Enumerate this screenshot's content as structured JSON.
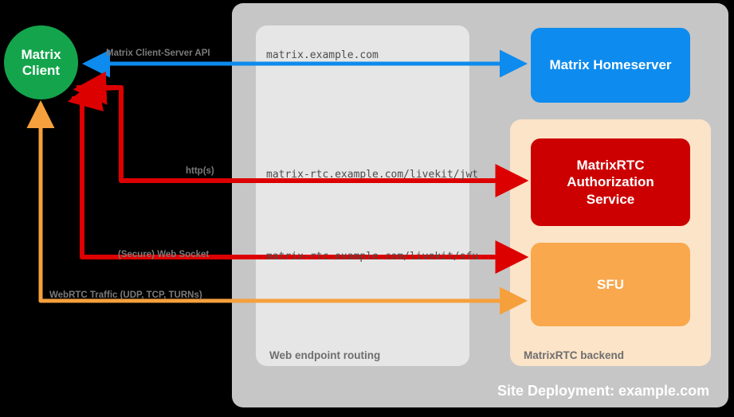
{
  "diagram": {
    "site": {
      "caption": "Site Deployment: example.com",
      "bg_color": "#c6c6c6"
    },
    "web_endpoint_routing": {
      "caption": "Web endpoint routing",
      "bg_color": "#e6e6e6",
      "endpoints": [
        {
          "name": "matrix-endpoint",
          "url": "matrix.example.com"
        },
        {
          "name": "jwt-endpoint",
          "url": "matrix-rtc.example.com/livekit/jwt"
        },
        {
          "name": "sfu-endpoint",
          "url": "matrix-rtc.example.com/livekit/sfu"
        }
      ]
    },
    "matrixrtc_backend": {
      "caption": "MatrixRTC backend",
      "bg_color": "#fce4c8"
    },
    "nodes": {
      "client": {
        "label": "Matrix\nClient",
        "line1": "Matrix",
        "line2": "Client",
        "color": "#14a54c"
      },
      "homeserver": {
        "label": "Matrix Homeserver",
        "color": "#0d8bee"
      },
      "auth": {
        "label": "MatrixRTC Authorization Service",
        "line1": "MatrixRTC",
        "line2": "Authorization",
        "line3": "Service",
        "color": "#cc0000"
      },
      "sfu": {
        "label": "SFU",
        "color": "#f9a84d"
      }
    },
    "edges": [
      {
        "name": "client-server-api",
        "label": "Matrix Client-Server API",
        "color": "#0d8bee",
        "direction": "bidirectional"
      },
      {
        "name": "jwt-http",
        "label": "http(s)",
        "color": "#dd0000",
        "direction": "bidirectional"
      },
      {
        "name": "sfu-websocket",
        "label": "(Secure) Web Socket",
        "color": "#dd0000",
        "direction": "bidirectional"
      },
      {
        "name": "webrtc-traffic",
        "label": "WebRTC Traffic (UDP, TCP, TURNs)",
        "color": "#f5a03c",
        "direction": "bidirectional"
      }
    ]
  }
}
